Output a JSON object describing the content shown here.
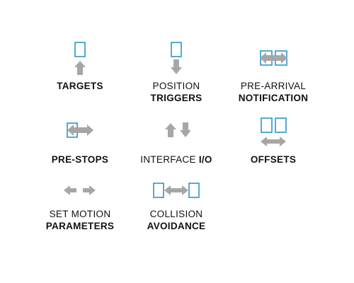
{
  "colors": {
    "arrow": "#a6a6a6",
    "box": "#1a8fc9",
    "text": "#111111"
  },
  "features": [
    {
      "id": "targets",
      "icon": "box-with-up-arrow-icon",
      "line1": "",
      "line2": "TARGETS"
    },
    {
      "id": "position-triggers",
      "icon": "box-with-down-arrow-icon",
      "line1": "POSITION",
      "line2": "TRIGGERS"
    },
    {
      "id": "pre-arrival-notification",
      "icon": "double-arrow-between-boxes-icon",
      "line1": "PRE-ARRIVAL",
      "line2": "NOTIFICATION"
    },
    {
      "id": "pre-stops",
      "icon": "box-with-double-arrow-icon",
      "line1": "",
      "line2": "PRE-STOPS"
    },
    {
      "id": "interface-io",
      "icon": "up-down-arrows-icon",
      "line1": "INTERFACE",
      "line2": "I/O"
    },
    {
      "id": "offsets",
      "icon": "two-boxes-with-double-arrow-icon",
      "line1": "",
      "line2": "OFFSETS"
    },
    {
      "id": "set-motion-parameters",
      "icon": "left-right-arrows-icon",
      "line1": "SET MOTION",
      "line2": "PARAMETERS"
    },
    {
      "id": "collision-avoidance",
      "icon": "double-arrow-between-distant-boxes-icon",
      "line1": "COLLISION",
      "line2": "AVOIDANCE"
    }
  ]
}
